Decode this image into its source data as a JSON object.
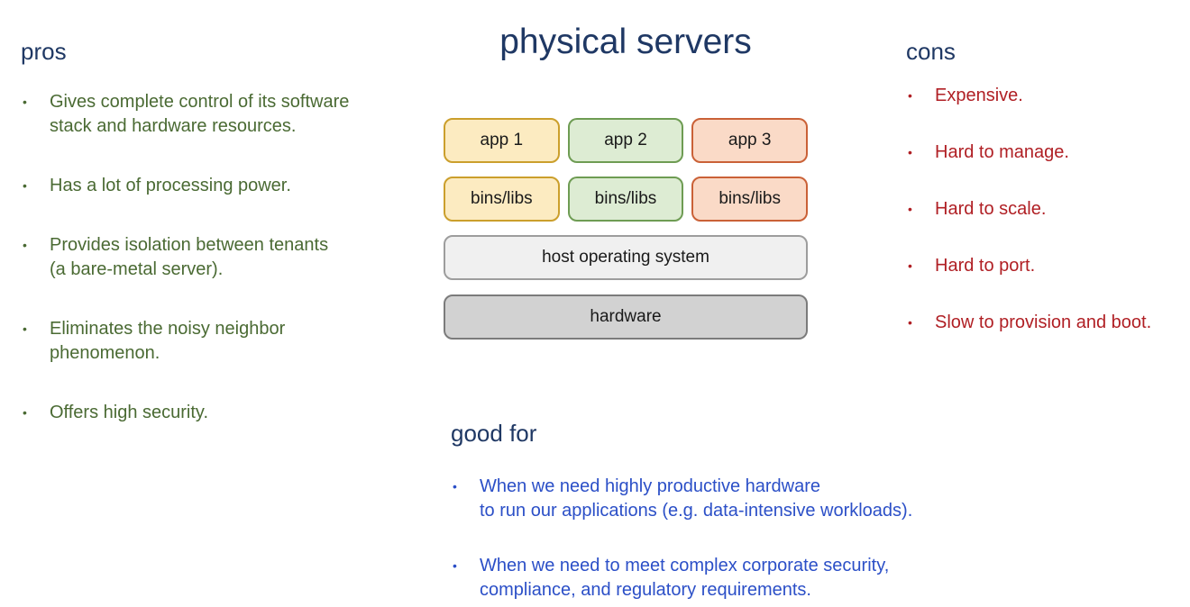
{
  "title": "physical servers",
  "glyphs": {
    "bullet": "•"
  },
  "colors": {
    "heading_navy": "#1f3864",
    "pros_text_green": "#4a6a33",
    "cons_text_red": "#b01f24",
    "goodfor_text_blue": "#2b4fc7",
    "app1_fill": "#fcebc1",
    "app1_border": "#cb9f2c",
    "app2_fill": "#ddecd3",
    "app2_border": "#6e9c53",
    "app3_fill": "#fadac7",
    "app3_border": "#ca6137",
    "host_os_fill": "#f0f0f0",
    "host_os_border": "#9d9d9d",
    "hardware_fill": "#d2d2d2",
    "hardware_border": "#7b7b7b"
  },
  "pros": {
    "heading": "pros",
    "items": [
      "Gives complete control of its software\nstack and hardware resources.",
      "Has a lot of processing power.",
      "Provides isolation between tenants\n(a bare-metal server).",
      "Eliminates the noisy neighbor\nphenomenon.",
      "Offers high security."
    ]
  },
  "cons": {
    "heading": "cons",
    "items": [
      "Expensive.",
      "Hard to manage.",
      "Hard to scale.",
      "Hard to port.",
      "Slow to provision and boot."
    ]
  },
  "good_for": {
    "heading": "good for",
    "items": [
      "When we need highly productive hardware\nto run our applications (e.g. data-intensive workloads).",
      "When we need to meet complex corporate security,\ncompliance, and regulatory requirements."
    ]
  },
  "diagram": {
    "apps": [
      "app 1",
      "app 2",
      "app 3"
    ],
    "bins": [
      "bins/libs",
      "bins/libs",
      "bins/libs"
    ],
    "host_os": "host operating system",
    "hardware": "hardware"
  }
}
